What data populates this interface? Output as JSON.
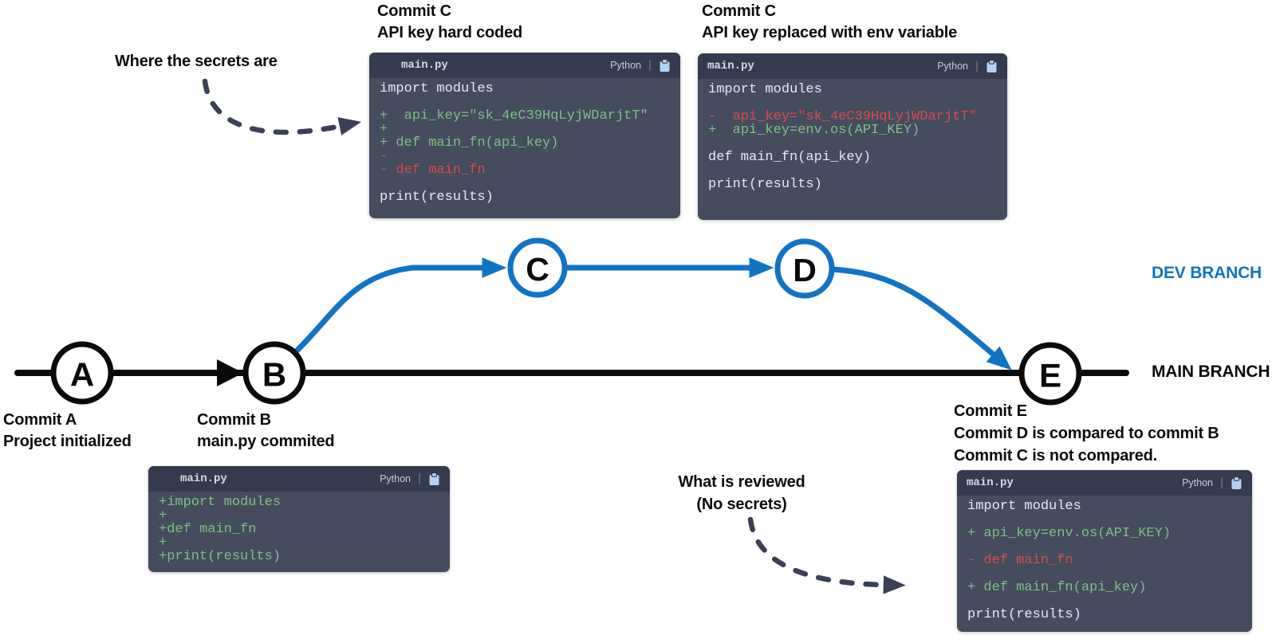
{
  "colors": {
    "branch_blue": "#1273c4",
    "line_black": "#0a0a0a",
    "arrow_dark": "#3a4155",
    "panel_bg": "#454c5e",
    "titlebar_bg": "#343b4f",
    "code_white": "#e7e9ed",
    "code_green": "#7cc084",
    "code_red": "#d9494f",
    "clipboard_blue": "#b3d3f2"
  },
  "labels": {
    "where_secrets": "Where the secrets are",
    "what_reviewed_1": "What is reviewed",
    "what_reviewed_2": "(No secrets)",
    "dev_branch": "DEV BRANCH",
    "main_branch": "MAIN BRANCH"
  },
  "commits": {
    "a": {
      "letter": "A",
      "line1": "Commit A",
      "line2": "Project initialized"
    },
    "b": {
      "letter": "B",
      "line1": "Commit B",
      "line2": "main.py commited"
    },
    "c": {
      "letter": "C"
    },
    "d": {
      "letter": "D"
    },
    "e": {
      "letter": "E",
      "line1": "Commit E",
      "line2": "Commit D is compared to commit B",
      "line3": "Commit C is not compared."
    }
  },
  "panels": {
    "hardcoded": {
      "heading1": "Commit C",
      "heading2": "API key hard coded",
      "filename": "main.py",
      "language": "Python",
      "copy_icon": "clipboard",
      "lines": [
        {
          "t": "import modules",
          "c": "white"
        },
        {
          "t": "",
          "c": "white"
        },
        {
          "t": "+  api_key=\"sk_4eC39HqLyjWDarjtT\"",
          "c": "green"
        },
        {
          "t": "+",
          "c": "green"
        },
        {
          "t": "+ def main_fn(api_key)",
          "c": "green"
        },
        {
          "t": "-",
          "c": "red"
        },
        {
          "t": "- def main_fn",
          "c": "red"
        },
        {
          "t": "",
          "c": "white"
        },
        {
          "t": "print(results)",
          "c": "white"
        }
      ]
    },
    "envvar": {
      "heading1": "Commit C",
      "heading2": "API key replaced with env variable",
      "filename": "main.py",
      "language": "Python",
      "copy_icon": "clipboard",
      "lines": [
        {
          "t": "import modules",
          "c": "white"
        },
        {
          "t": "",
          "c": "white"
        },
        {
          "t": "-  api_key=\"sk_4eC39HqLyjWDarjtT\"",
          "c": "red"
        },
        {
          "t": "+  api_key=env.os(API_KEY)",
          "c": "green"
        },
        {
          "t": "",
          "c": "white"
        },
        {
          "t": "def main_fn(api_key)",
          "c": "white"
        },
        {
          "t": "",
          "c": "white"
        },
        {
          "t": "print(results)",
          "c": "white"
        }
      ]
    },
    "commit_b": {
      "filename": "main.py",
      "language": "Python",
      "copy_icon": "clipboard",
      "lines": [
        {
          "t": "+import modules",
          "c": "green"
        },
        {
          "t": "+",
          "c": "green"
        },
        {
          "t": "+def main_fn",
          "c": "green"
        },
        {
          "t": "+",
          "c": "green"
        },
        {
          "t": "+print(results)",
          "c": "green"
        }
      ]
    },
    "commit_e": {
      "filename": "main.py",
      "language": "Python",
      "copy_icon": "clipboard",
      "lines": [
        {
          "t": "import modules",
          "c": "white"
        },
        {
          "t": "",
          "c": "white"
        },
        {
          "t": "+ api_key=env.os(API_KEY)",
          "c": "green"
        },
        {
          "t": "",
          "c": "white"
        },
        {
          "t": "- def main_fn",
          "c": "red"
        },
        {
          "t": "",
          "c": "white"
        },
        {
          "t": "+ def main_fn(api_key)",
          "c": "green"
        },
        {
          "t": "",
          "c": "white"
        },
        {
          "t": "print(results)",
          "c": "white"
        }
      ]
    }
  }
}
